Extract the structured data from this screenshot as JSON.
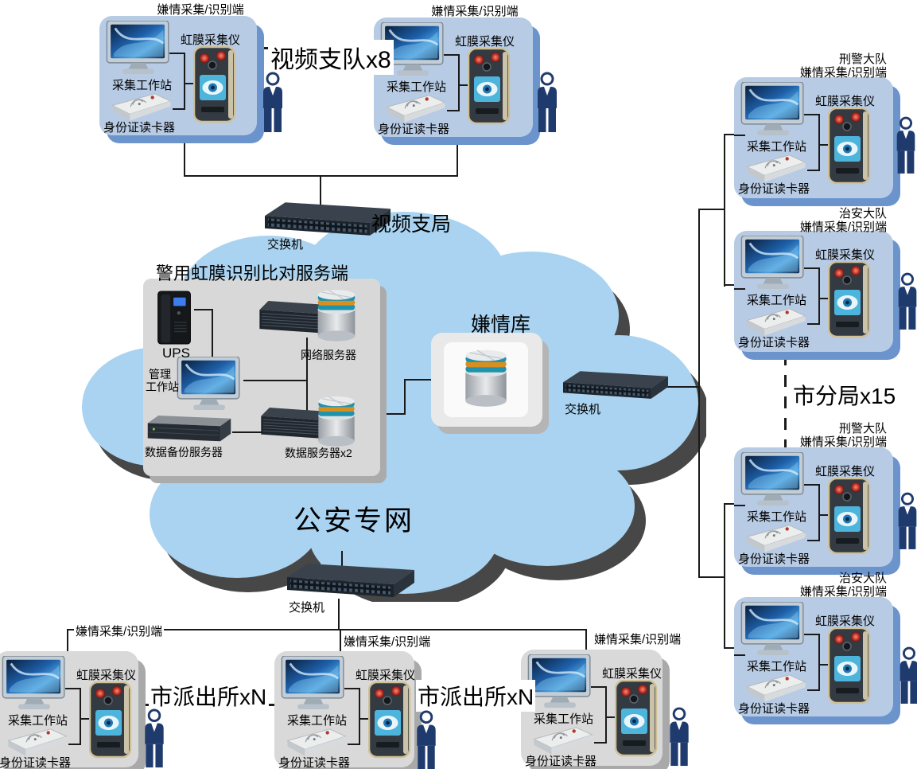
{
  "labels": {
    "terminal_header": "嫌情采集/识别端",
    "workstation": "采集工作站",
    "iris_collector": "虹膜采集仪",
    "id_reader": "身份证读卡器",
    "switch": "交换机"
  },
  "top_section": {
    "video_squad": "视频支队x8",
    "video_branch": "视频支局",
    "terminal1_header": "嫌情采集/识别端",
    "terminal2_header": "嫌情采集/识别端"
  },
  "cloud": {
    "network_name": "公安专网",
    "server_block_title": "警用虹膜识别比对服务端",
    "ups_label": "UPS",
    "network_server_label": "网络服务器",
    "mgmt_ws_line1": "管理",
    "mgmt_ws_line2": "工作站",
    "backup_server_label": "数据备份服务器",
    "data_server_label": "数据服务器x2",
    "suspect_db_title": "嫌情库"
  },
  "right_section": {
    "city_branch": "市分局x15",
    "units": [
      {
        "dept": "刑警大队",
        "terminal": "嫌情采集/识别端"
      },
      {
        "dept": "治安大队",
        "terminal": "嫌情采集/识别端"
      },
      {
        "dept": "刑警大队",
        "terminal": "嫌情采集/识别端"
      },
      {
        "dept": "治安大队",
        "terminal": "嫌情采集/识别端"
      }
    ]
  },
  "bottom_section": {
    "police_station_1": "市派出所xN",
    "police_station_2": "市派出所xN",
    "terminal_headers": [
      "嫌情采集/识别端",
      "嫌情采集/识别端",
      "嫌情采集/识别端"
    ]
  },
  "colors": {
    "cloud_fill": "#a9d3f0",
    "cloud_shadow": "#474747",
    "terminal_blue_fill": "#b7cbe5",
    "terminal_blue_shadow": "#6b94cd",
    "terminal_grey_fill": "#d9d9d9",
    "terminal_grey_shadow": "#a9a9a9",
    "server_block_fill": "#d8d8d8",
    "person_navy": "#1f3a6d",
    "line_black": "#1a1a1a"
  }
}
